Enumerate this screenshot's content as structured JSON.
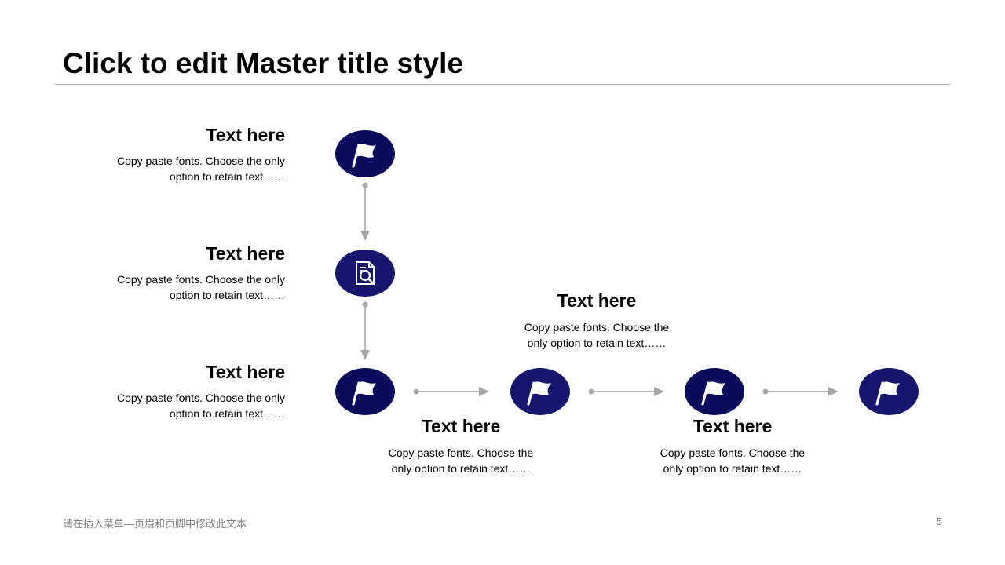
{
  "slide": {
    "title": "Click to edit Master title style",
    "footer_text": "请在插入菜单—页眉和页脚中修改此文本",
    "page_number": "5"
  },
  "steps": [
    {
      "heading": "Text here",
      "desc_line1": "Copy paste fonts. Choose the only",
      "desc_line2": "option to retain text……",
      "icon": "flag-icon"
    },
    {
      "heading": "Text here",
      "desc_line1": "Copy paste fonts. Choose the only",
      "desc_line2": "option to retain text……",
      "icon": "document-search-icon"
    },
    {
      "heading": "Text here",
      "desc_line1": "Copy paste fonts. Choose the only",
      "desc_line2": "option to retain text……",
      "icon": "flag-icon"
    },
    {
      "heading": "Text here",
      "desc_line1": "Copy paste fonts. Choose the",
      "desc_line2": "only option to retain text……",
      "icon": "flag-icon"
    },
    {
      "heading": "Text here",
      "desc_line1": "Copy paste fonts. Choose the",
      "desc_line2": "only option to retain text……",
      "icon": "flag-icon"
    },
    {
      "heading": "Text here",
      "desc_line1": "Copy paste fonts. Choose the",
      "desc_line2": "only option to retain text……",
      "icon": "flag-icon"
    }
  ],
  "colors": {
    "node_dark": "#0b0b5e",
    "node_mid": "#16166e",
    "connector": "#a6a6a6",
    "rule": "#a6a6a6",
    "footer": "#7f7f7f"
  }
}
